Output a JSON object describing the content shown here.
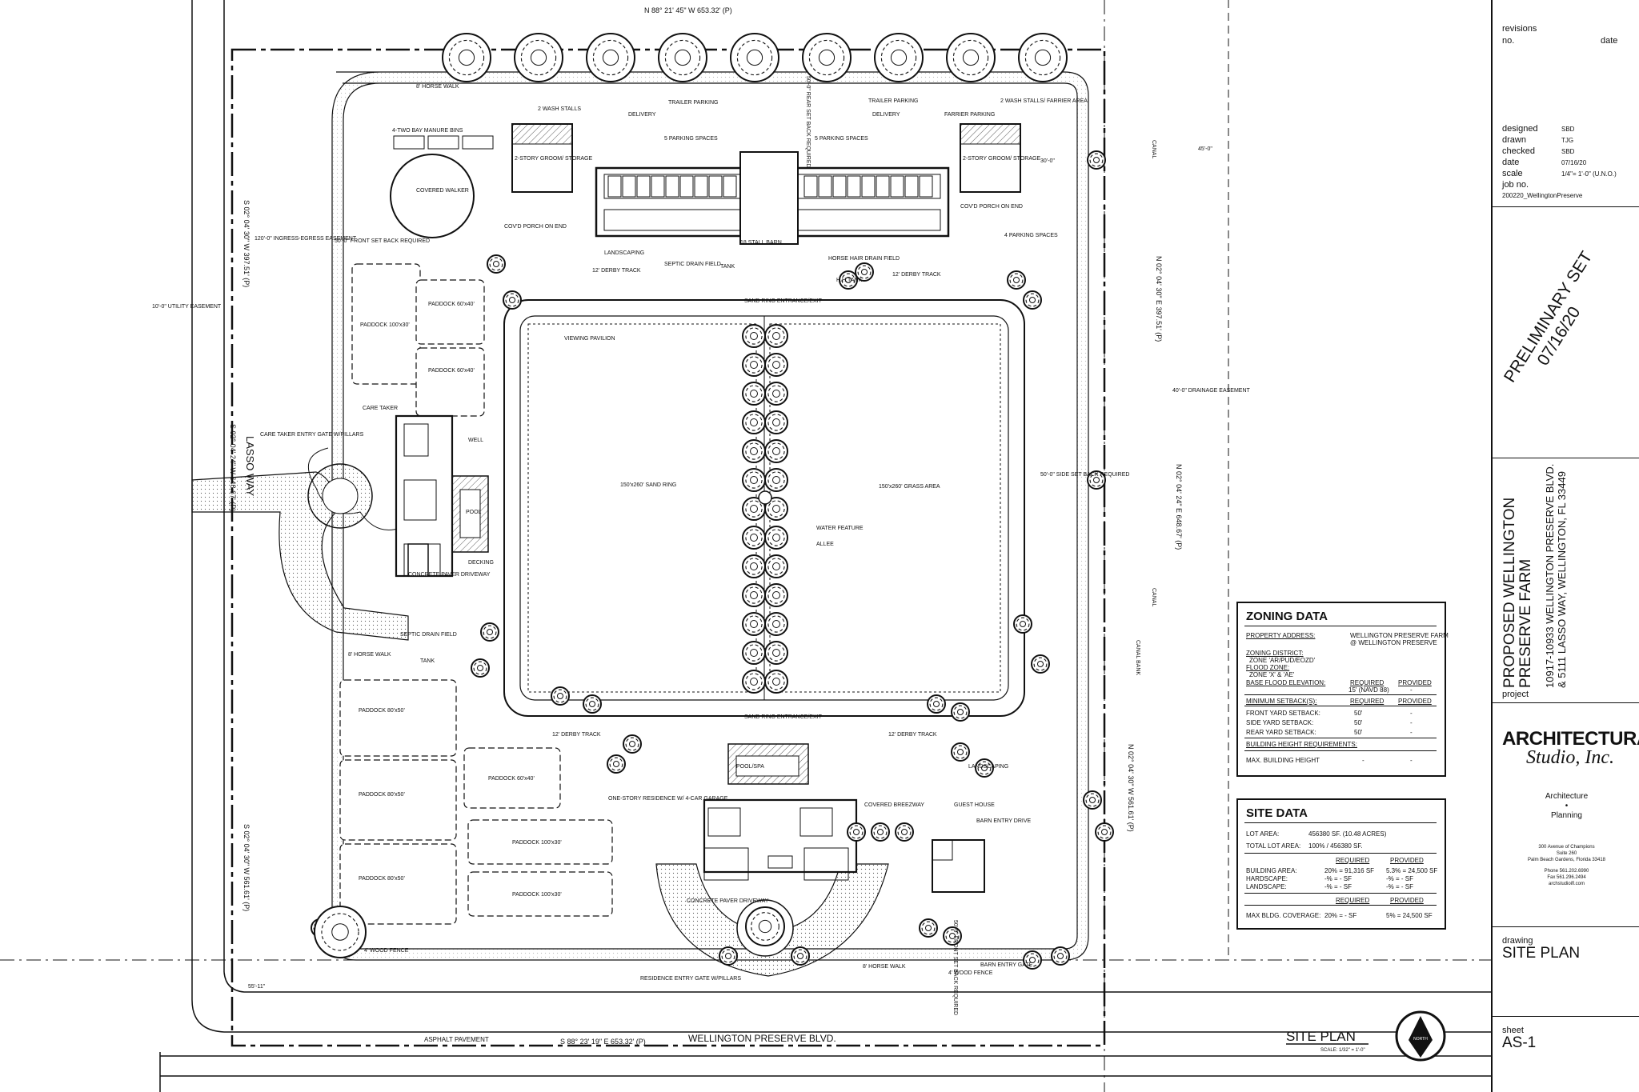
{
  "plan": {
    "boundary_north": "N 88° 21' 45\" W 653.32' (P)",
    "boundary_south": "S 88° 23' 19\" E 653.32' (P)",
    "boundary_west_upper": "S 02° 04' 30\" W 397.51' (P)",
    "boundary_west_middle": "S 02° 04' 24\" W 648.67' (P)",
    "boundary_west_lower": "S 02° 04' 30\" W 561.61' (P)",
    "boundary_east_upper": "N 02° 04' 30\" E 397.51' (P)",
    "boundary_east_middle": "N 02° 04' 24\" E 648.67' (P)",
    "boundary_east_lower": "N 02° 04' 30\" W 561.61' (P)",
    "roads": {
      "lasso_way": "LASSO WAY",
      "wellington": "WELLINGTON PRESERVE BLVD.",
      "asphalt": "ASPHALT PAVEMENT",
      "canal": "CANAL",
      "canal_bank": "CANAL BANK"
    },
    "labels": {
      "horse_walk": "8' HORSE WALK",
      "wash_stalls_w": "2 WASH STALLS",
      "wash_stalls_e": "2 WASH STALLS/ FARRIER AREA",
      "manure_bins": "4-TWO BAY MANURE BINS",
      "groom_w": "2-STORY GROOM/ STORAGE",
      "groom_e": "2-STORY GROOM/ STORAGE",
      "delivery_w": "DELIVERY",
      "delivery_e": "DELIVERY",
      "trailer_w": "TRAILER PARKING",
      "trailer_e": "TRAILER PARKING",
      "farrier": "FARRIER PARKING",
      "parking_5a": "5 PARKING SPACES",
      "parking_5b": "5 PARKING SPACES",
      "parking_4": "4 PARKING SPACES",
      "barn": "18 STALL BARN",
      "covd_porch_w": "COV'D PORCH ON END",
      "covd_porch_e": "COV'D PORCH ON END",
      "rear_setback": "50'-0\" REAR SET BACK REQUIRED",
      "front_setback": "50'-0\" FRONT SET BACK REQUIRED",
      "side_setback": "50'-0\" SIDE SET BACK REQUIRED",
      "front_setback_s": "50'-0\" FRONT SET BACK REQUIRED",
      "covered_walker": "COVERED WALKER",
      "ingress": "120'-0\" INGRESS-EGRESS EASEMENT",
      "utility": "10'-0\" UTILITY EASEMENT",
      "landscaping": "LANDSCAPING",
      "septic_n": "SEPTIC DRAIN FIELD",
      "tank": "TANK",
      "horse_hair": "HORSE HAIR DRAIN FIELD",
      "hh_tank": "H.H.TANK",
      "derby": "12' DERBY TRACK",
      "sand_ring_entrance": "SAND RING ENTRANCE/EXIT",
      "viewing": "VIEWING PAVILION",
      "sand_ring": "150'x260' SAND RING",
      "grass_area": "150'x260' GRASS AREA",
      "water_feature": "WATER FEATURE",
      "allee": "ALLEE",
      "paddock_60": "PADDOCK 60'x40'",
      "paddock_100": "PADDOCK 100'x30'",
      "paddock_80": "PADDOCK 80'x50'",
      "care_taker": "CARE TAKER",
      "care_taker_gate": "CARE TAKER ENTRY GATE W/PILLARS",
      "well": "WELL",
      "pool": "POOL",
      "decking": "DECKING",
      "paver": "CONCRETE PAVER DRIVEWAY",
      "septic_s": "SEPTIC DRAIN FIELD",
      "wood_fence": "4' WOOD FENCE",
      "pool_spa": "POOL/SPA",
      "residence": "ONE-STORY RESIDENCE W/ 4-CAR GARAGE",
      "breezeway": "COVERED BREEZWAY",
      "guest_house": "GUEST HOUSE",
      "barn_drive": "BARN ENTRY DRIVE",
      "barn_gate": "BARN ENTRY GATE",
      "res_gate": "RESIDENCE ENTRY GATE W/PILLARS",
      "drainage": "40'-0\" DRAINAGE EASEMENT",
      "dim_45": "45'-0\"",
      "dim_30": "30'-0\"",
      "dim_50": "50'-0\"",
      "dim_55": "55'-11\""
    },
    "site_plan_title": "SITE PLAN",
    "site_plan_scale": "SCALE: 1/32\" = 1'-0\"",
    "north": "NORTH"
  },
  "zoning": {
    "title": "ZONING DATA",
    "property_address_label": "PROPERTY ADDRESS:",
    "property_address": [
      "WELLINGTON PRESERVE FARM",
      "@ WELLINGTON PRESERVE"
    ],
    "zoning_district_label": "ZONING DISTRICT:",
    "zoning_district": "ZONE 'AR/PUD/EOZD'",
    "flood_zone_label": "FLOOD ZONE:",
    "flood_zone": "ZONE 'X' & 'AE'",
    "base_flood_label": "BASE FLOOD ELEVATION:",
    "required": "REQUIRED",
    "provided": "PROVIDED",
    "base_flood_req": "15' (NAVD 88)",
    "base_flood_prov": "-",
    "min_setbacks_label": "MINIMUM SETBACK(S):",
    "setbacks": [
      {
        "label": "FRONT YARD SETBACK:",
        "req": "50'",
        "prov": "-"
      },
      {
        "label": "SIDE YARD SETBACK:",
        "req": "50'",
        "prov": "-"
      },
      {
        "label": "REAR YARD SETBACK:",
        "req": "50'",
        "prov": "-"
      }
    ],
    "height_req_label": "BUILDING HEIGHT REQUIREMENTS:",
    "max_height_label": "MAX. BUILDING HEIGHT",
    "max_height_req": "-",
    "max_height_prov": "-"
  },
  "site": {
    "title": "SITE DATA",
    "lot_area_label": "LOT AREA:",
    "lot_area": "456380 SF. (10.48 ACRES)",
    "total_lot_label": "TOTAL LOT AREA:",
    "total_lot": "100% / 456380 SF.",
    "required": "REQUIRED",
    "provided": "PROVIDED",
    "rows": [
      {
        "label": "BUILDING AREA:",
        "req": "20% = 91,316 SF",
        "prov": "5.3% = 24,500 SF"
      },
      {
        "label": "HARDSCAPE:",
        "req": "-% = - SF",
        "prov": "-% = - SF"
      },
      {
        "label": "LANDSCAPE:",
        "req": "-% = - SF",
        "prov": "-% = - SF"
      }
    ],
    "coverage_label": "MAX BLDG. COVERAGE:",
    "coverage_req": "20% = - SF",
    "coverage_prov": "5% = 24,500 SF"
  },
  "titleblock": {
    "revisions": "revisions",
    "no": "no.",
    "date_h": "date",
    "designed_l": "designed",
    "designed": "SBD",
    "drawn_l": "drawn",
    "drawn": "TJG",
    "checked_l": "checked",
    "checked": "SBD",
    "date_l": "date",
    "date": "07/16/20",
    "scale_l": "scale",
    "scale": "1/4\"= 1'-0\" (U.N.O.)",
    "job_l": "job no.",
    "job": "200220_WellingtonPreserve",
    "preliminary": "PRELIMINARY SET",
    "preliminary_date": "07/16/20",
    "project_name_1": "PROPOSED WELLINGTON",
    "project_name_2": "PRESERVE FARM",
    "address_1": "10917-10933 WELLINGTON PRESERVE BLVD.",
    "address_2": "& 5111 LASSO WAY, WELLINGTON, FL 33449",
    "project_l": "project",
    "firm_1": "ARCHITECTURAL",
    "firm_2": "Studio, Inc.",
    "service_1": "Architecture",
    "service_dot": "•",
    "service_2": "Planning",
    "addr_a": "300 Avenue of Champions",
    "addr_b": "Suite 260",
    "addr_c": "Palm Beach Gardens, Florida 33418",
    "phone": "Phone 561.202.6990",
    "fax": "Fax 561.296.2494",
    "web": "archstudioifl.com",
    "drawing_l": "drawing",
    "drawing": "SITE PLAN",
    "sheet_l": "sheet",
    "sheet": "AS-1"
  }
}
